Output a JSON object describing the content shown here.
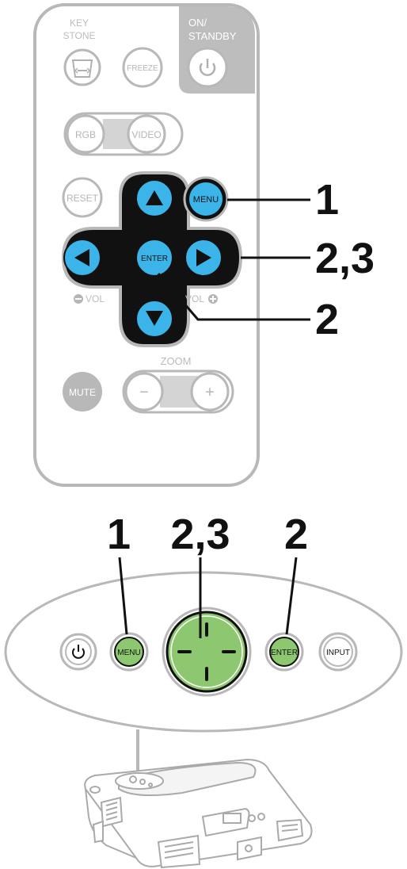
{
  "remote": {
    "keystone_label": "KEY\nSTONE",
    "keystone_line1": "KEY",
    "keystone_line2": "STONE",
    "freeze_label": "FREEZE",
    "on_standby_line1": "ON/",
    "on_standby_line2": "STANDBY",
    "rgb_label": "RGB",
    "video_label": "VIDEO",
    "reset_label": "RESET",
    "menu_label": "MENU",
    "enter_label": "ENTER",
    "vol_minus_label": "VOL",
    "vol_plus_label": "VOL",
    "zoom_label": "ZOOM",
    "zoom_minus": "−",
    "zoom_plus": "+",
    "mute_label": "MUTE"
  },
  "panel": {
    "menu_label": "MENU",
    "enter_label": "ENTER",
    "input_label": "INPUT"
  },
  "callouts": {
    "remote_menu": "1",
    "remote_arrows": "2,3",
    "remote_enter": "2",
    "panel_menu": "1",
    "panel_arrows": "2,3",
    "panel_enter": "2"
  },
  "colors": {
    "highlight_blue": "#3bb4e9",
    "highlight_green": "#8dc76f",
    "outline_gray": "#b8b8b8",
    "ink": "#111111"
  },
  "icons": [
    "power-icon",
    "keystone-icon",
    "up-arrow-icon",
    "down-arrow-icon",
    "left-arrow-icon",
    "right-arrow-icon",
    "minus-circle-icon",
    "plus-circle-icon"
  ]
}
